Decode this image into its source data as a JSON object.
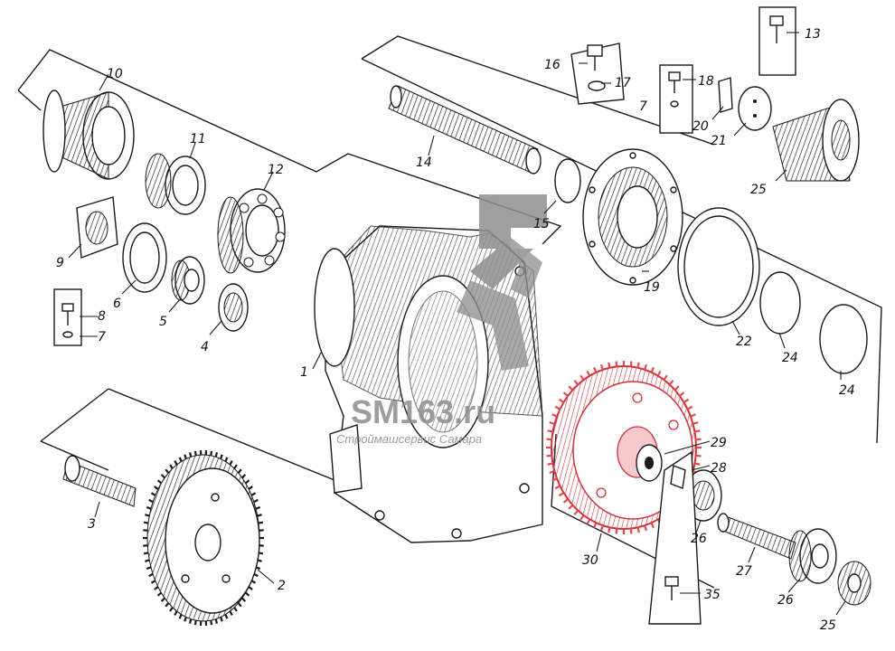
{
  "diagram": {
    "callouts": [
      {
        "id": "c1",
        "text": "1"
      },
      {
        "id": "c2",
        "text": "2"
      },
      {
        "id": "c3",
        "text": "3"
      },
      {
        "id": "c4",
        "text": "4"
      },
      {
        "id": "c5",
        "text": "5"
      },
      {
        "id": "c6",
        "text": "6"
      },
      {
        "id": "c7a",
        "text": "7"
      },
      {
        "id": "c7b",
        "text": "7"
      },
      {
        "id": "c8",
        "text": "8"
      },
      {
        "id": "c9",
        "text": "9"
      },
      {
        "id": "c10",
        "text": "10"
      },
      {
        "id": "c11",
        "text": "11"
      },
      {
        "id": "c12",
        "text": "12"
      },
      {
        "id": "c13",
        "text": "13"
      },
      {
        "id": "c14",
        "text": "14"
      },
      {
        "id": "c15",
        "text": "15"
      },
      {
        "id": "c16",
        "text": "16"
      },
      {
        "id": "c17",
        "text": "17"
      },
      {
        "id": "c18",
        "text": "18"
      },
      {
        "id": "c19",
        "text": "19"
      },
      {
        "id": "c20",
        "text": "20"
      },
      {
        "id": "c21",
        "text": "21"
      },
      {
        "id": "c22",
        "text": "22"
      },
      {
        "id": "c24a",
        "text": "24"
      },
      {
        "id": "c24b",
        "text": "24"
      },
      {
        "id": "c25a",
        "text": "25"
      },
      {
        "id": "c25b",
        "text": "25"
      },
      {
        "id": "c26a",
        "text": "26"
      },
      {
        "id": "c26b",
        "text": "26"
      },
      {
        "id": "c27",
        "text": "27"
      },
      {
        "id": "c28",
        "text": "28"
      },
      {
        "id": "c29",
        "text": "29"
      },
      {
        "id": "c30",
        "text": "30"
      },
      {
        "id": "c35",
        "text": "35"
      }
    ],
    "highlighted_part": "30",
    "highlight_color": "#e8474f"
  },
  "watermark": {
    "brand": "SM163.ru",
    "tagline": "Строймашсервис Самара",
    "color": "#8c8c8c"
  }
}
